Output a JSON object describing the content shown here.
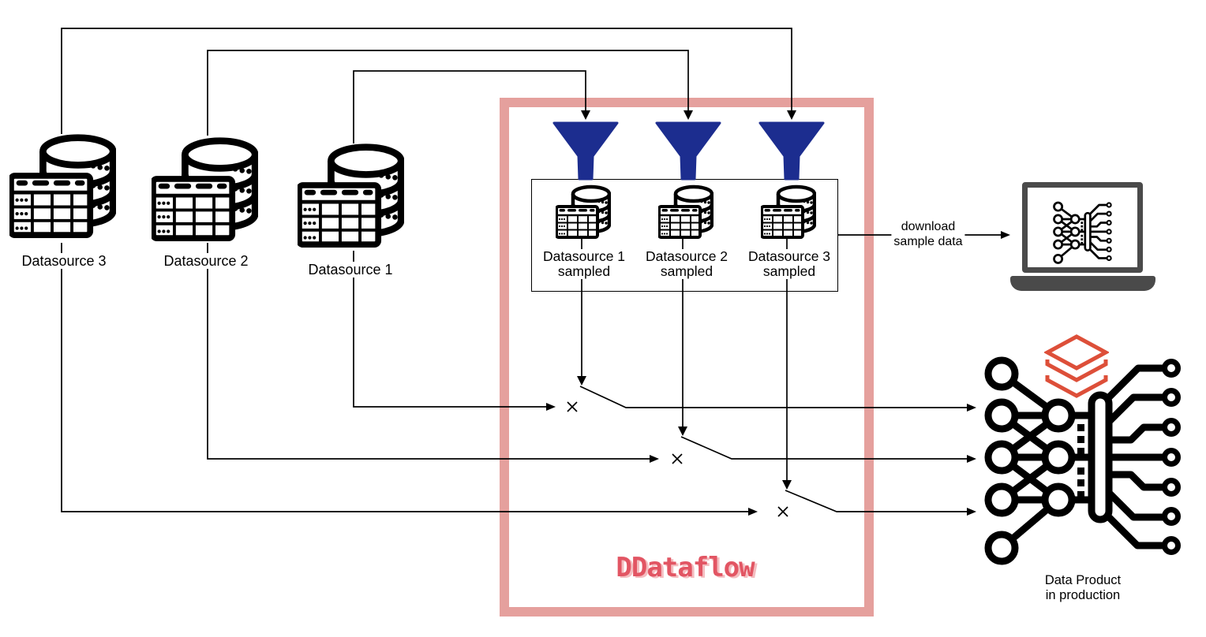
{
  "diagram": {
    "sources": [
      {
        "label": "Datasource 3"
      },
      {
        "label": "Datasource 2"
      },
      {
        "label": "Datasource 1"
      }
    ],
    "pipeline": {
      "title": "DDataflow",
      "sampled": [
        {
          "line1": "Datasource 1",
          "line2": "sampled"
        },
        {
          "line1": "Datasource 2",
          "line2": "sampled"
        },
        {
          "line1": "Datasource 3",
          "line2": "sampled"
        }
      ]
    },
    "download": {
      "line1": "download",
      "line2": "sample data"
    },
    "product": {
      "line1": "Data Product",
      "line2": "in production"
    }
  },
  "icons": {
    "source": "database-table-icon",
    "filter": "funnel-icon",
    "laptop": "laptop-icon",
    "product": "neural-network-chip-icon",
    "logo": "databricks-layers-logo"
  },
  "colors": {
    "box_border": "#e5a09d",
    "title": "#e25563",
    "title_shadow": "#f4bdc0",
    "funnel": "#1c2d8f",
    "logo": "#dd4f39",
    "laptop": "#4a4a4a",
    "wire": "#000000"
  }
}
